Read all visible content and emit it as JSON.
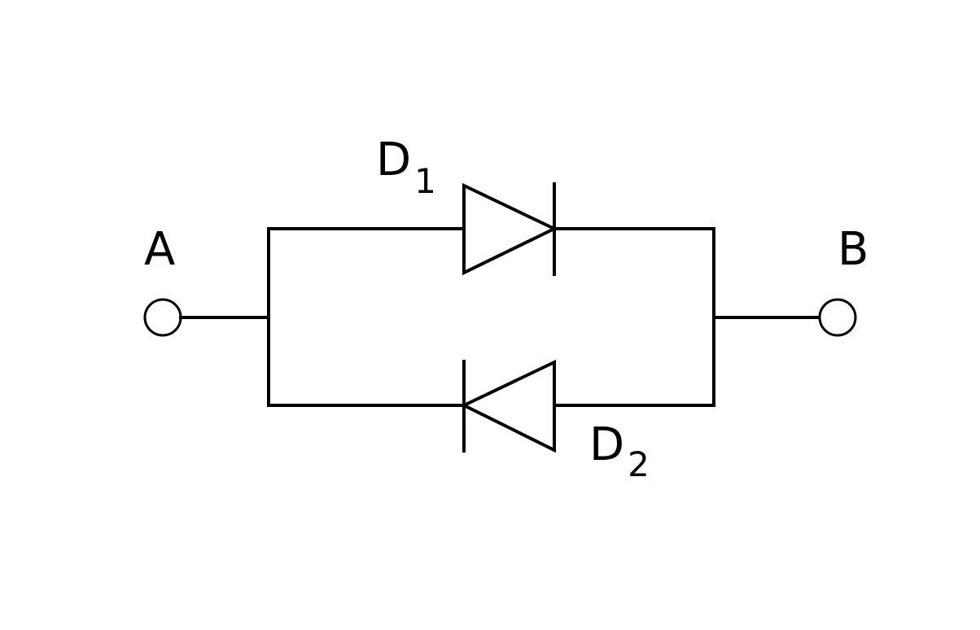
{
  "diagram": {
    "terminals": {
      "a": "A",
      "b": "B"
    },
    "diodes": {
      "d1": {
        "letter": "D",
        "subscript": "1",
        "direction": "A-to-B"
      },
      "d2": {
        "letter": "D",
        "subscript": "2",
        "direction": "B-to-A"
      }
    },
    "stroke_color": "#000000",
    "background_color": "#ffffff"
  }
}
